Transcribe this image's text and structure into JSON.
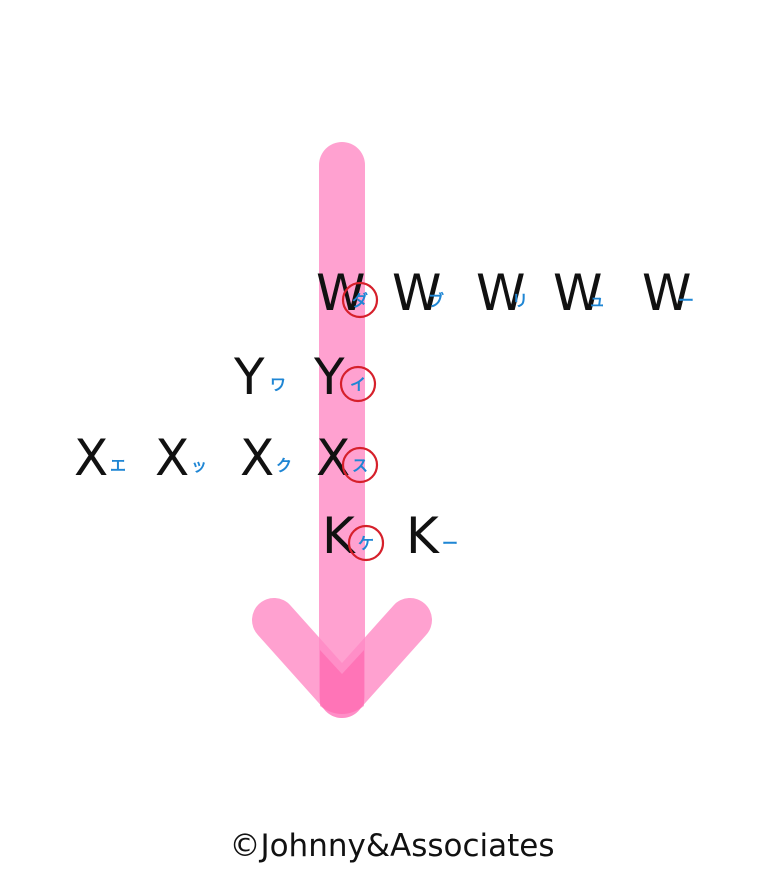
{
  "colors": {
    "arrow": "#ff8ac4",
    "arrow_overlap": "#ff5fa9",
    "letter": "#111111",
    "kana": "#1f86d4",
    "circle": "#d6202b"
  },
  "rows": [
    {
      "pairs": [
        {
          "letter": "W",
          "kana": "ダ",
          "circled": true
        },
        {
          "letter": "W",
          "kana": "ブ",
          "circled": false
        },
        {
          "letter": "W",
          "kana": "リ",
          "circled": false
        },
        {
          "letter": "W",
          "kana": "ュ",
          "circled": false
        },
        {
          "letter": "W",
          "kana": "ー",
          "circled": false
        }
      ]
    },
    {
      "pairs": [
        {
          "letter": "Y",
          "kana": "ワ",
          "circled": false
        },
        {
          "letter": "Y",
          "kana": "イ",
          "circled": true
        }
      ]
    },
    {
      "pairs": [
        {
          "letter": "X",
          "kana": "エ",
          "circled": false
        },
        {
          "letter": "X",
          "kana": "ッ",
          "circled": false
        },
        {
          "letter": "X",
          "kana": "ク",
          "circled": false
        },
        {
          "letter": "X",
          "kana": "ス",
          "circled": true
        }
      ]
    },
    {
      "pairs": [
        {
          "letter": "K",
          "kana": "ケ",
          "circled": true
        },
        {
          "letter": "K",
          "kana": "ー",
          "circled": false
        }
      ]
    }
  ],
  "credit": "©Johnny&Associates"
}
